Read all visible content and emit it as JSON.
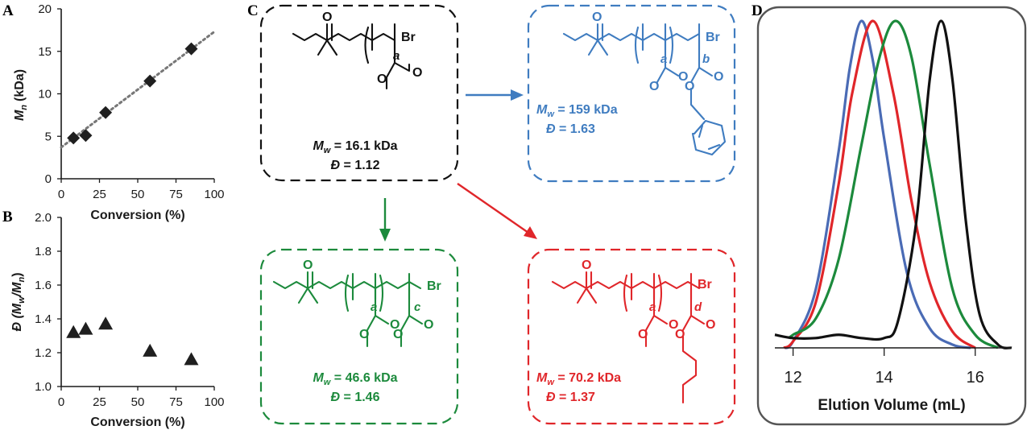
{
  "panels": {
    "A": "A",
    "B": "B",
    "C": "C",
    "D": "D"
  },
  "chart_data": [
    {
      "panel": "A",
      "type": "scatter",
      "x": [
        8,
        16,
        29,
        58,
        85
      ],
      "y": [
        4.8,
        5.1,
        7.8,
        11.5,
        15.3
      ],
      "trendline": {
        "style": "dotted",
        "x": [
          0,
          100
        ],
        "y": [
          3.7,
          17.3
        ]
      },
      "xlabel": "Conversion (%)",
      "ylabel": "M",
      "ylabel_sub": "n",
      "ylabel_unit": "(kDa)",
      "xlim": [
        0,
        100
      ],
      "ylim": [
        0,
        20
      ],
      "xticks": [
        0,
        25,
        50,
        75,
        100
      ],
      "yticks": [
        0,
        5,
        10,
        15,
        20
      ],
      "marker": "diamond"
    },
    {
      "panel": "B",
      "type": "scatter",
      "x": [
        8,
        16,
        29,
        58,
        85
      ],
      "y": [
        1.32,
        1.34,
        1.37,
        1.21,
        1.16
      ],
      "xlabel": "Conversion (%)",
      "ylabel": "Đ (M",
      "ylabel_sub1": "w",
      "ylabel_mid": "/M",
      "ylabel_sub2": "n",
      "ylabel_end": ")",
      "xlim": [
        0,
        100
      ],
      "ylim": [
        1.0,
        2.0
      ],
      "xticks": [
        0,
        25,
        50,
        75,
        100
      ],
      "yticks": [
        "1.0",
        "1.2",
        "1.4",
        "1.6",
        "1.8",
        "2.0"
      ],
      "marker": "triangle"
    },
    {
      "panel": "D",
      "type": "line",
      "xlabel": "Elution Volume (mL)",
      "xlim": [
        11.6,
        16.8
      ],
      "xticks": [
        "12",
        "14",
        "16"
      ],
      "series": [
        {
          "color": "#4a6bb5",
          "x": [
            11.8,
            12.0,
            12.5,
            13.0,
            13.25,
            13.5,
            13.75,
            14.0,
            14.5,
            15.0,
            15.5,
            15.9
          ],
          "y": [
            0.0,
            0.02,
            0.18,
            0.6,
            0.86,
            1.0,
            0.88,
            0.64,
            0.23,
            0.06,
            0.01,
            0.0
          ]
        },
        {
          "color": "#e0262a",
          "x": [
            11.8,
            12.0,
            12.5,
            13.0,
            13.3,
            13.75,
            14.2,
            14.6,
            15.0,
            15.5,
            16.0
          ],
          "y": [
            0.0,
            0.02,
            0.14,
            0.5,
            0.78,
            1.0,
            0.78,
            0.45,
            0.2,
            0.05,
            0.0
          ]
        },
        {
          "color": "#1c8a3c",
          "x": [
            11.9,
            12.0,
            12.5,
            13.0,
            13.5,
            13.9,
            14.25,
            14.6,
            15.0,
            15.5,
            16.0,
            16.5
          ],
          "y": [
            0.03,
            0.04,
            0.09,
            0.27,
            0.62,
            0.89,
            1.0,
            0.89,
            0.56,
            0.18,
            0.04,
            0.0
          ]
        },
        {
          "color": "#111111",
          "x": [
            11.6,
            12.0,
            12.5,
            13.0,
            13.5,
            14.0,
            14.3,
            14.7,
            15.0,
            15.25,
            15.5,
            15.8,
            16.1,
            16.5,
            16.8
          ],
          "y": [
            0.04,
            0.03,
            0.03,
            0.04,
            0.03,
            0.03,
            0.08,
            0.38,
            0.82,
            1.0,
            0.82,
            0.38,
            0.1,
            0.01,
            0.0
          ]
        }
      ]
    }
  ],
  "schemes": {
    "black": {
      "mw_label": "M",
      "mw_sub": "w",
      "mw_value": " = 16.1 kDa",
      "d_label": "Đ",
      "d_value": " = 1.12",
      "color": "#111111",
      "unit_labels": [
        "a"
      ],
      "br": "Br",
      "o": "O"
    },
    "blue": {
      "mw_label": "M",
      "mw_sub": "w",
      "mw_value": " = 159 kDa",
      "d_label": "Đ",
      "d_value": " = 1.63",
      "color": "#3f7cc0",
      "unit_labels": [
        "a",
        "b"
      ],
      "br": "Br",
      "o": "O"
    },
    "green": {
      "mw_label": "M",
      "mw_sub": "w",
      "mw_value": " = 46.6 kDa",
      "d_label": "Đ",
      "d_value": " = 1.46",
      "color": "#1c8a3c",
      "unit_labels": [
        "a",
        "c"
      ],
      "br": "Br",
      "o": "O"
    },
    "red": {
      "mw_label": "M",
      "mw_sub": "w",
      "mw_value": " = 70.2 kDa",
      "d_label": "Đ",
      "d_value": " = 1.37",
      "color": "#e0262a",
      "unit_labels": [
        "a",
        "d"
      ],
      "br": "Br",
      "o": "O"
    }
  },
  "colors": {
    "arrow_blue": "#3f7cc0",
    "arrow_green": "#1c8a3c",
    "arrow_red": "#e0262a"
  }
}
